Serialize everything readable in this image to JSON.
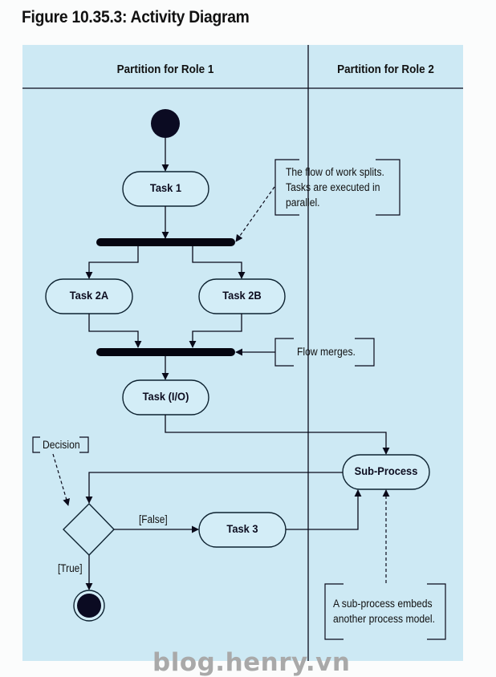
{
  "figure": {
    "title": "Figure 10.35.3: Activity Diagram"
  },
  "partitions": [
    {
      "label": "Partition for Role 1"
    },
    {
      "label": "Partition for Role 2"
    }
  ],
  "nodes": {
    "initial": {
      "type": "initial-node"
    },
    "task1": {
      "label": "Task 1"
    },
    "fork": {
      "type": "fork-bar"
    },
    "task2a": {
      "label": "Task 2A"
    },
    "task2b": {
      "label": "Task 2B"
    },
    "join": {
      "type": "join-bar"
    },
    "task_io": {
      "label": "Task (I/O)"
    },
    "subprocess": {
      "label": "Sub-Process"
    },
    "decision": {
      "type": "decision-diamond"
    },
    "task3": {
      "label": "Task 3"
    },
    "final": {
      "type": "final-node"
    }
  },
  "guards": {
    "false": "[False]",
    "true": "[True]"
  },
  "notes": {
    "split": [
      "The flow of work splits.",
      "Tasks are executed in",
      "parallel."
    ],
    "merge": "Flow merges.",
    "decision": "Decision",
    "subprocess": [
      "A sub-process embeds",
      "another process model."
    ]
  },
  "colors": {
    "panel_background": "#cde9f4",
    "node_fill": "#d3edf7",
    "stroke": "#0a0a1a",
    "watermark": "#a9a9a9"
  },
  "watermark": "blog.henry.vn"
}
